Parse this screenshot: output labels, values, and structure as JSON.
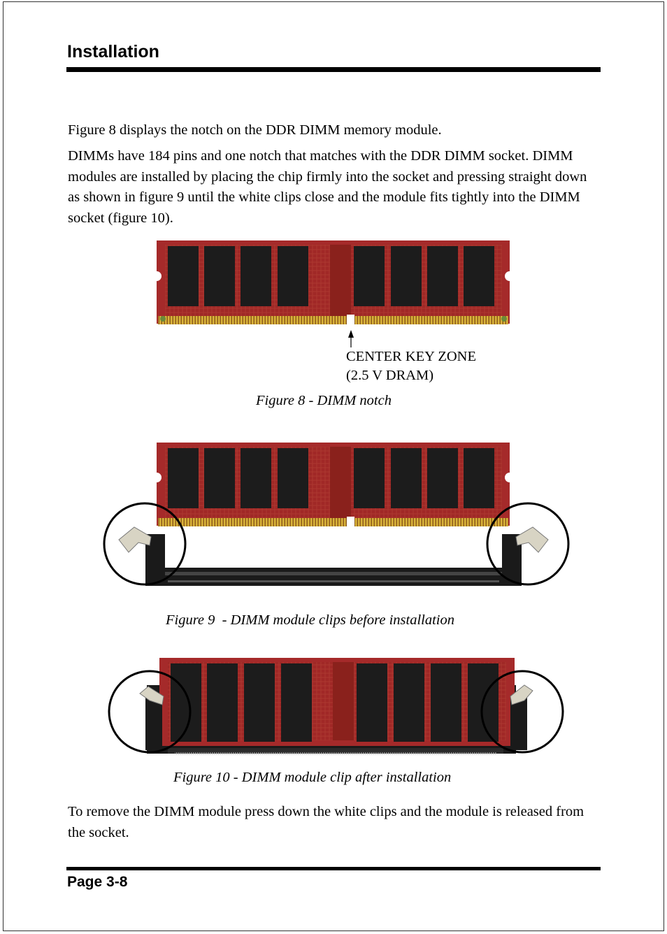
{
  "header": {
    "title": "Installation"
  },
  "paragraphs": {
    "p1": "Figure 8 displays the notch on the DDR DIMM memory module.",
    "p2": "DIMMs have 184 pins and one notch that matches with the DDR DIMM socket. DIMM modules are installed by placing the chip firmly into the socket and pressing straight down as shown in figure 9 until the white clips close and the module fits tightly into the DIMM socket (figure 10).",
    "p3": "To remove the DIMM module press down the white clips and the module is released from the socket."
  },
  "figure8": {
    "label_line1": "CENTER KEY ZONE",
    "label_line2": "(2.5 V DRAM)",
    "caption": "Figure 8 - DIMM notch"
  },
  "figure9": {
    "caption": "Figure 9  - DIMM module clips before installation"
  },
  "figure10": {
    "caption": "Figure 10 - DIMM module clip after installation"
  },
  "footer": {
    "page": "Page 3-8"
  },
  "colors": {
    "pcb": "#a52a2a",
    "pcb_dark": "#7a1d18",
    "chip": "#1c1c1c",
    "gold": "#d9b43a",
    "socket": "#1a1a1a",
    "clip": "#d8d4c4"
  }
}
